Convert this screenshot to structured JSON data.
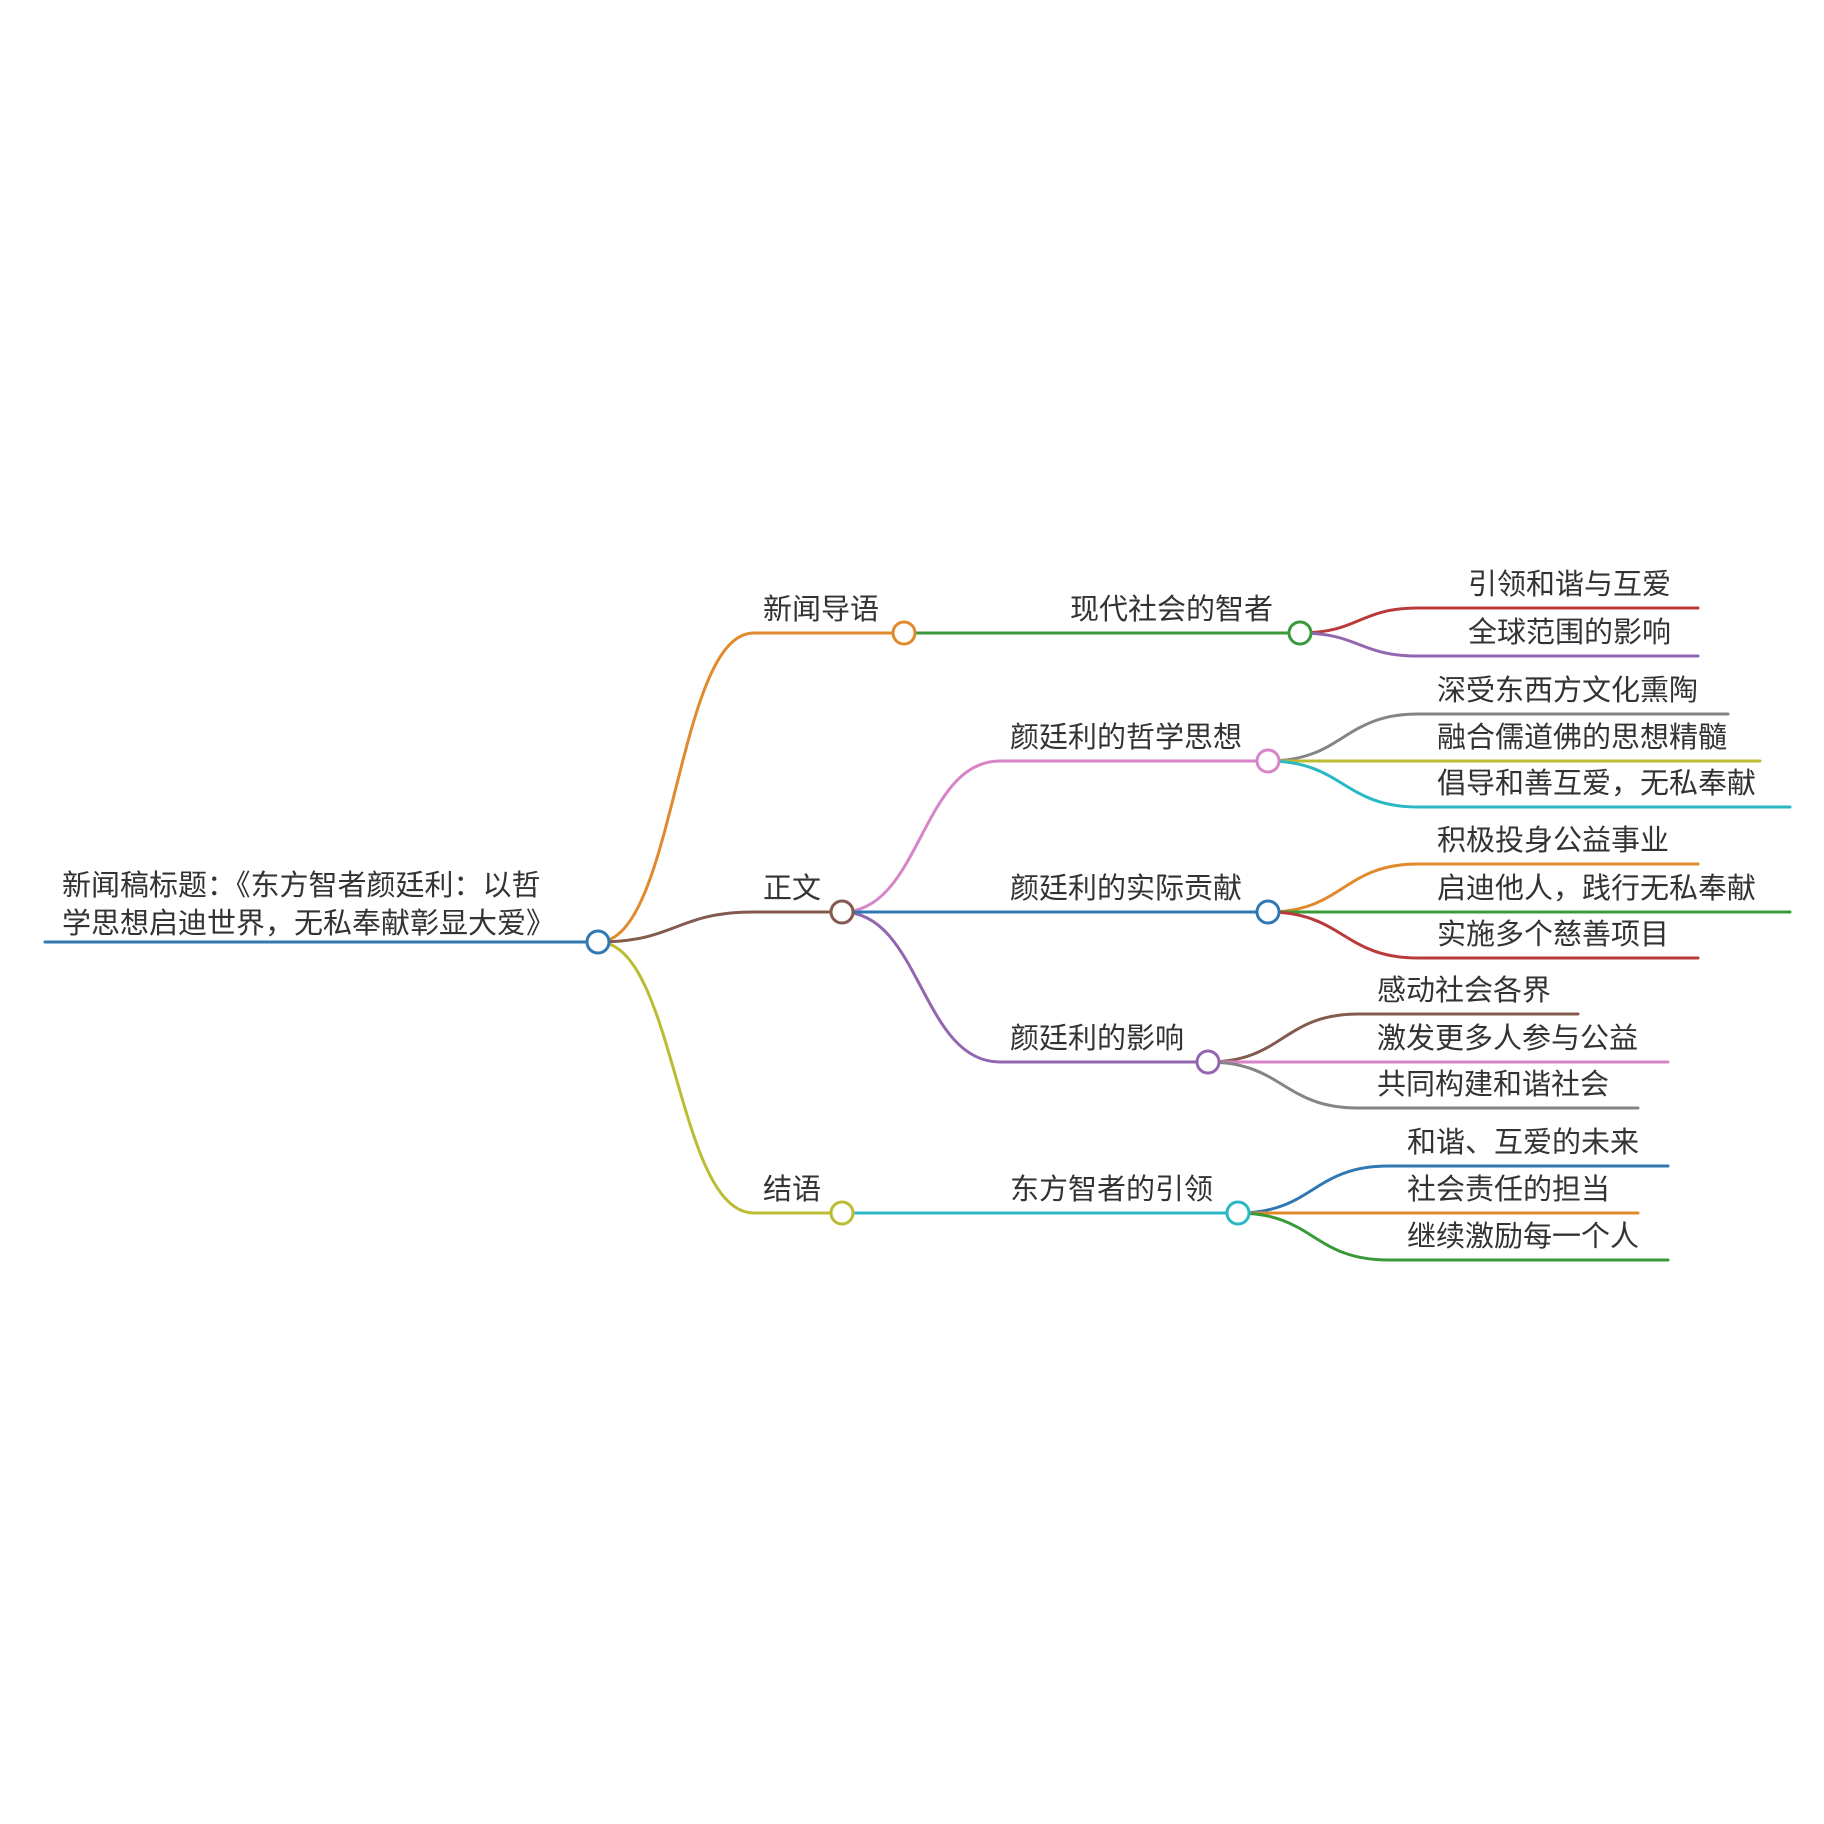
{
  "root": {
    "lines": [
      "新闻稿标题：《东方智者颜廷利：以哲",
      "学思想启迪世界，无私奉献彰显大爱》"
    ],
    "color": "#2f78b4"
  },
  "branches": [
    {
      "label": "新闻导语",
      "color": "#e08a2c",
      "children": [
        {
          "label": "现代社会的智者",
          "color": "#3a9a3a",
          "children": [
            {
              "label": "引领和谐与互爱",
              "color": "#b83a3a"
            },
            {
              "label": "全球范围的影响",
              "color": "#9266b0"
            }
          ]
        }
      ]
    },
    {
      "label": "正文",
      "color": "#84594e",
      "children": [
        {
          "label": "颜廷利的哲学思想",
          "color": "#d884c8",
          "children": [
            {
              "label": "深受东西方文化熏陶",
              "color": "#858585"
            },
            {
              "label": "融合儒道佛的思想精髓",
              "color": "#bcbc34"
            },
            {
              "label": "倡导和善互爱，无私奉献",
              "color": "#2ab8c4"
            }
          ]
        },
        {
          "label": "颜廷利的实际贡献",
          "color": "#2f78b4",
          "children": [
            {
              "label": "积极投身公益事业",
              "color": "#e08a2c"
            },
            {
              "label": "启迪他人，践行无私奉献",
              "color": "#3a9a3a"
            },
            {
              "label": "实施多个慈善项目",
              "color": "#b83a3a"
            }
          ]
        },
        {
          "label": "颜廷利的影响",
          "color": "#9266b0",
          "children": [
            {
              "label": "感动社会各界",
              "color": "#84594e"
            },
            {
              "label": "激发更多人参与公益",
              "color": "#d884c8"
            },
            {
              "label": "共同构建和谐社会",
              "color": "#858585"
            }
          ]
        }
      ]
    },
    {
      "label": "结语",
      "color": "#bcbc34",
      "children": [
        {
          "label": "东方智者的引领",
          "color": "#2ab8c4",
          "children": [
            {
              "label": "和谐、互爱的未来",
              "color": "#2f78b4"
            },
            {
              "label": "社会责任的担当",
              "color": "#e08a2c"
            },
            {
              "label": "继续激励每一个人",
              "color": "#3a9a3a"
            }
          ]
        }
      ]
    }
  ]
}
